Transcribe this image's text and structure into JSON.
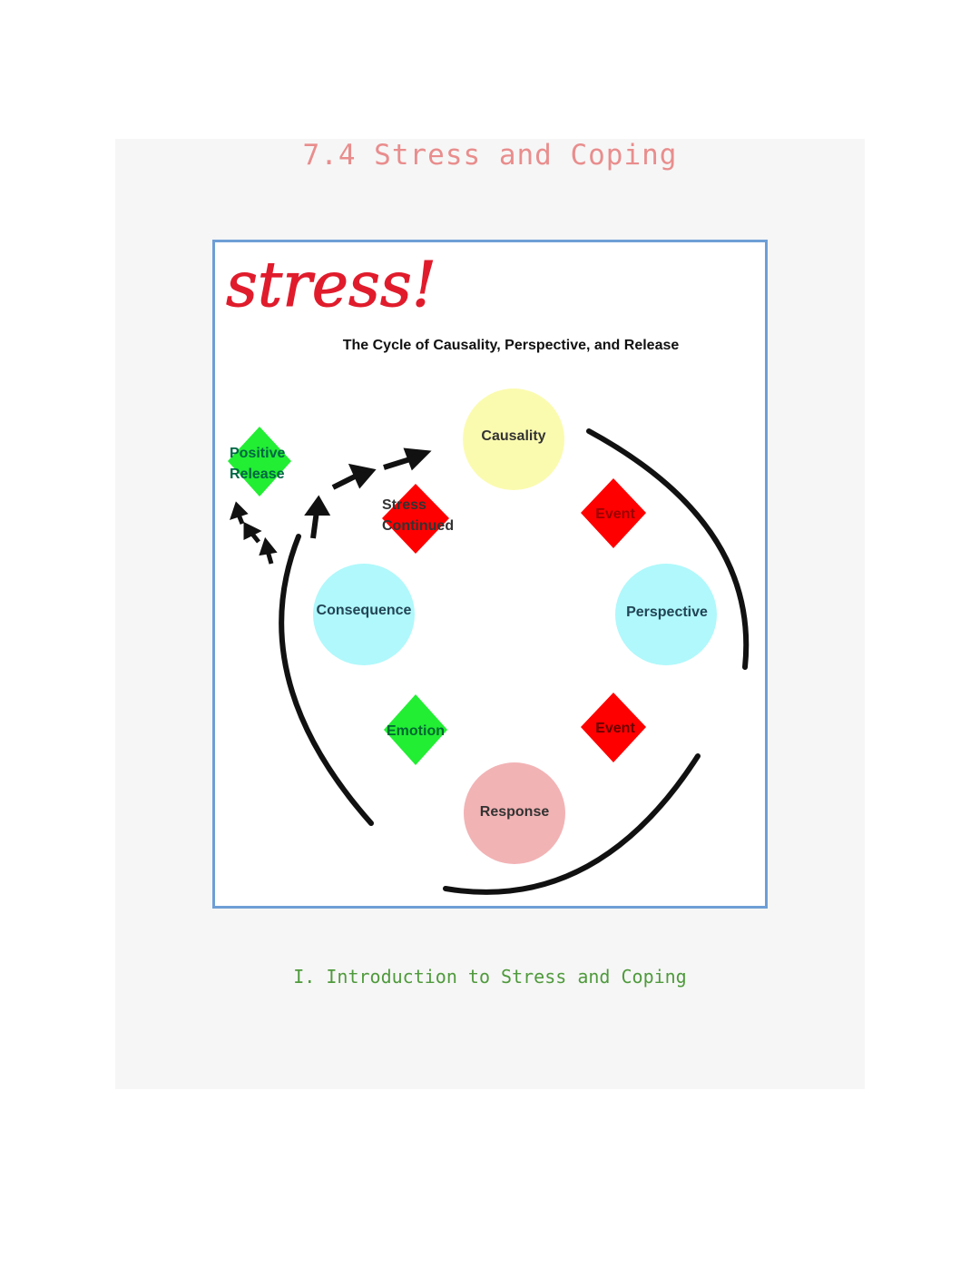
{
  "page": {
    "title": "7.4 Stress and Coping",
    "caption": "I. Introduction to Stress and Coping"
  },
  "figure": {
    "logo_text": "stress!",
    "heading": "The Cycle of Causality, Perspective, and Release",
    "circles": {
      "causality": "Causality",
      "perspective": "Perspective",
      "response": "Response",
      "consequence": "Consequence"
    },
    "diamonds": {
      "positive_release_1": "Positive",
      "positive_release_2": "Release",
      "stress_continued_1": "Stress",
      "stress_continued_2": "Continued",
      "event_top": "Event",
      "event_bottom": "Event",
      "emotion": "Emotion"
    },
    "colors": {
      "circle_yellow": "#fbfbb0",
      "circle_cyan": "#b0f8fb",
      "circle_pink": "#f2b3b5",
      "diamond_red": "#ff0000",
      "diamond_green": "#22ee33",
      "logo_red": "#e01c2c"
    }
  }
}
